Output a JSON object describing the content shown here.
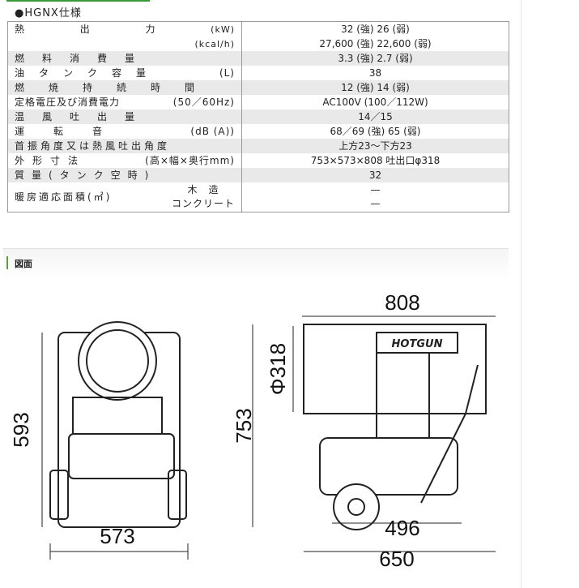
{
  "title": "●HGNX仕様",
  "specs": [
    {
      "label": "熱　出　力",
      "unit": "(kW)",
      "value": "32 (強) 26 (弱)",
      "shade": false
    },
    {
      "label": "",
      "unit": "(kcal/h)",
      "value": "27,600 (強) 22,600 (弱)",
      "shade": false
    },
    {
      "label": "燃料消費量",
      "unit": "",
      "value": "3.3 (強) 2.7 (弱)",
      "shade": true
    },
    {
      "label": "油タンク容量",
      "unit": "(L)",
      "value": "38",
      "shade": false
    },
    {
      "label": "燃焼持続時間",
      "unit": "",
      "value": "12 (強) 14 (弱)",
      "shade": true
    },
    {
      "label": "定格電圧及び消費電力",
      "unit": "(50／60Hz)",
      "value": "AC100V (100／112W)",
      "shade": false
    },
    {
      "label": "温風吐出量",
      "unit": "",
      "value": "14／15",
      "shade": true
    },
    {
      "label": "運　転　音",
      "unit": "(dB (A))",
      "value": "68／69 (強) 65 (弱)",
      "shade": false
    },
    {
      "label": "首振角度又は熱風吐出角度",
      "unit": "",
      "value": "上方23～下方23",
      "shade": true
    },
    {
      "label": "外形寸法",
      "unit": "(高×幅×奥行mm)",
      "value": "753×573×808 吐出口φ318",
      "shade": false
    },
    {
      "label": "質量(タンク空時)",
      "unit": "",
      "value": "32",
      "shade": true
    }
  ],
  "area": {
    "label": "暖房適応面積(㎡)",
    "wood": "木　造",
    "wood_value": "—",
    "concrete": "コンクリート",
    "concrete_value": "—"
  },
  "section": "図面",
  "diagram": {
    "brand": "HOT GUN",
    "dims": {
      "width": "573",
      "height_front": "593",
      "length": "808",
      "height_side": "753",
      "outlet": "Φ318",
      "wheelbase": "496",
      "depth": "650"
    }
  }
}
